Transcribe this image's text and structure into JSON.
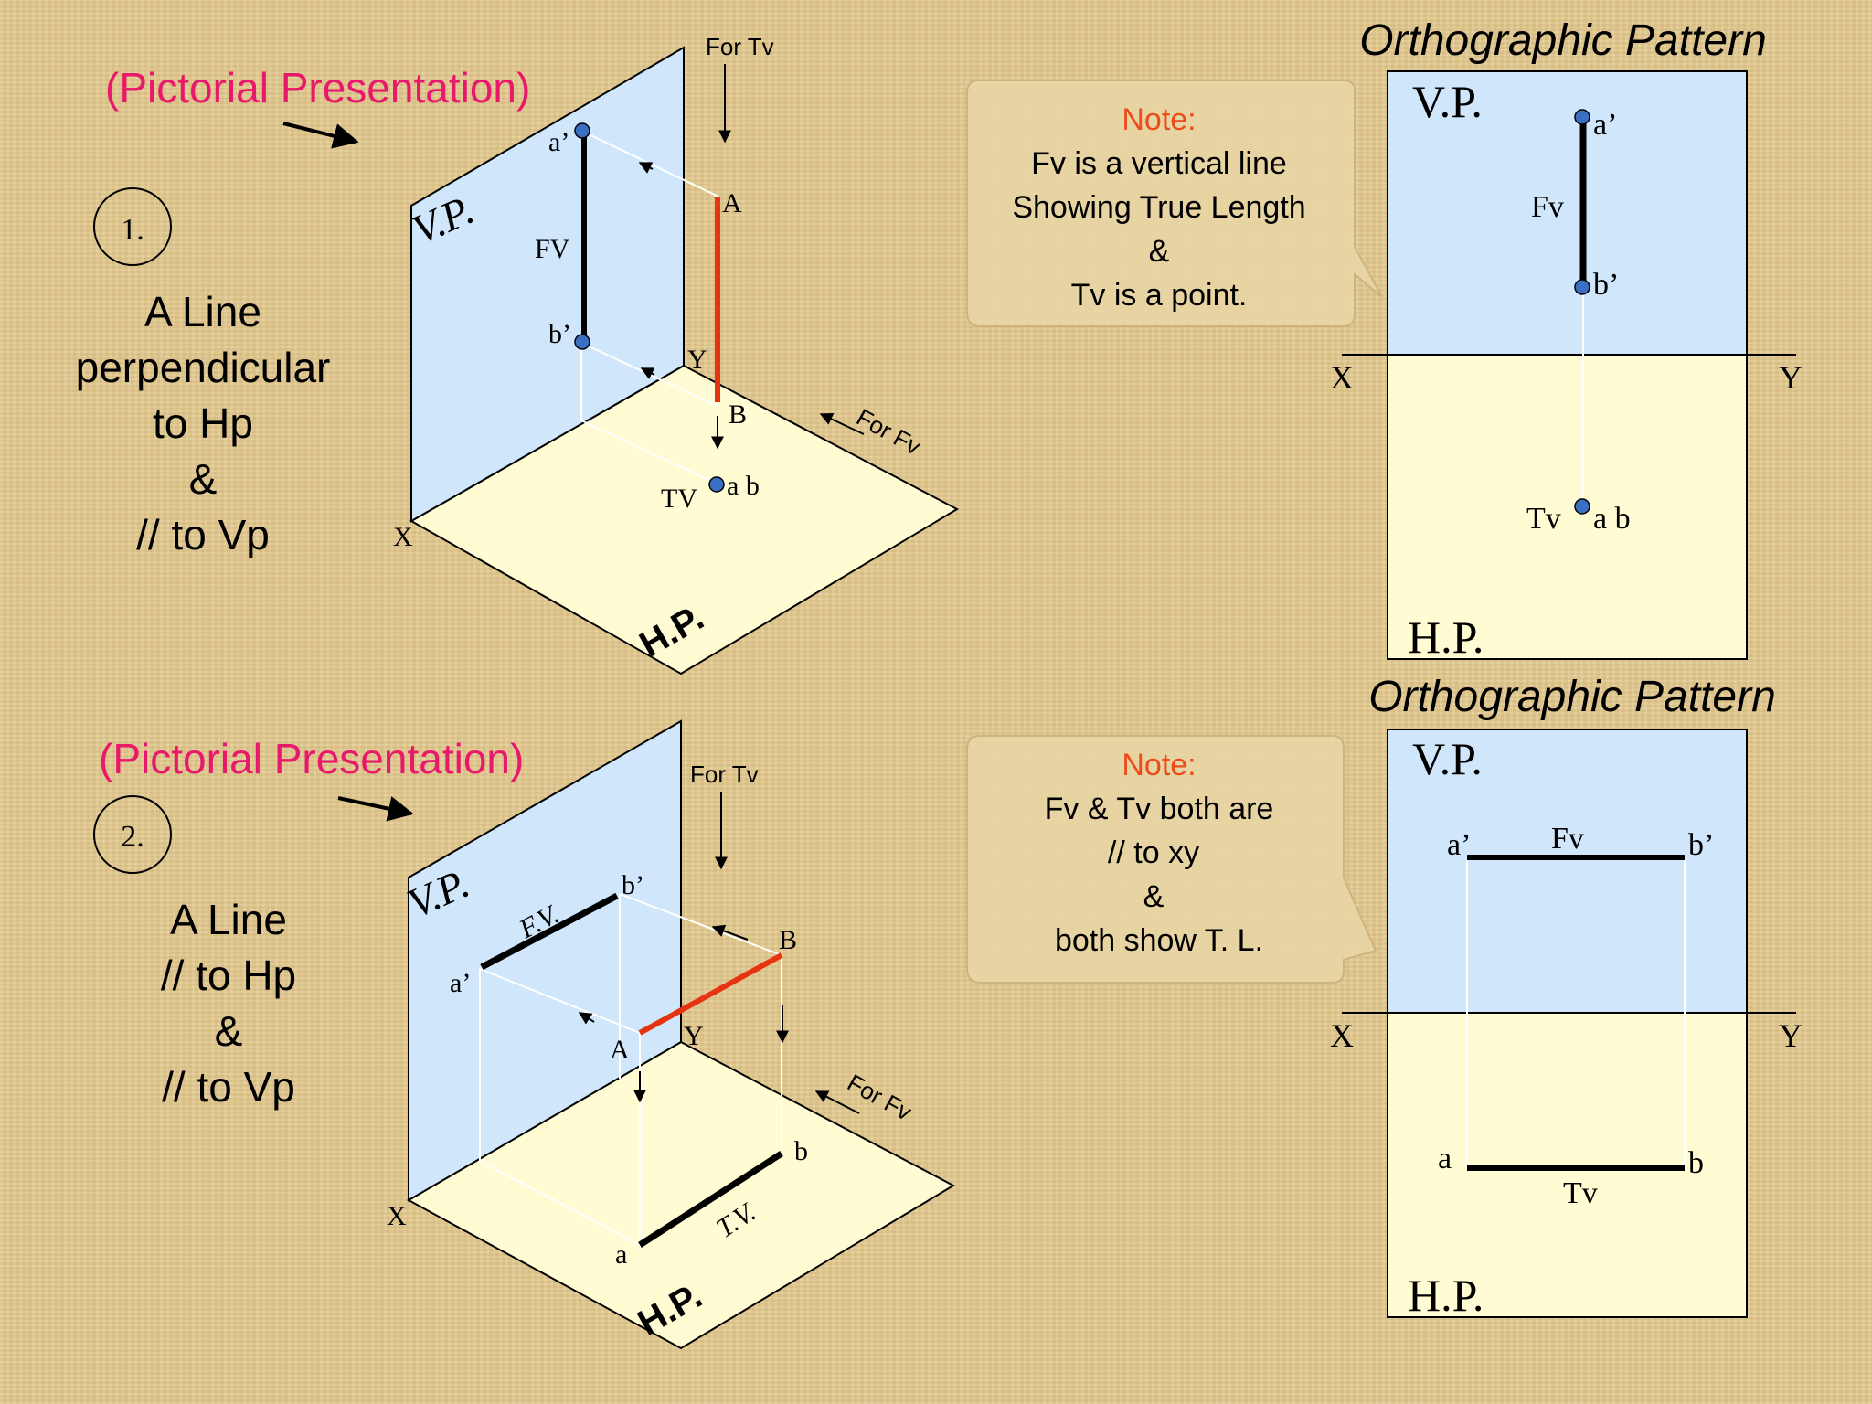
{
  "colors": {
    "vp_fill": "#cfe6fb",
    "hp_fill": "#fffbd2",
    "red_line": "#e63312",
    "title_pink": "#e8196b",
    "note_red": "#ee4b1c",
    "point_blue": "#3a6fc4"
  },
  "case1": {
    "pictorial_title": "(Pictorial Presentation)",
    "number": "1.",
    "desc": [
      "A Line",
      "perpendicular",
      "to Hp",
      "&",
      "// to Vp"
    ],
    "vp": "V.P.",
    "hp": "H.P.",
    "for_tv": "For Tv",
    "for_fv": "For Fv",
    "label_a_prime": "a’",
    "label_b_prime": "b’",
    "label_fv": "FV",
    "label_A": "A",
    "label_B": "B",
    "label_Y": "Y",
    "label_X": "X",
    "label_tv": "TV",
    "label_ab": "a b",
    "note_title": "Note:",
    "note_lines": [
      "Fv is a vertical line",
      "Showing True Length",
      "&",
      "Tv is a point."
    ],
    "ortho": {
      "title": "Orthographic Pattern",
      "vp": "V.P.",
      "hp": "H.P.",
      "x": "X",
      "y": "Y",
      "a_prime": "a’",
      "b_prime": "b’",
      "fv": "Fv",
      "tv": "Tv",
      "ab": "a b"
    }
  },
  "case2": {
    "pictorial_title": "(Pictorial Presentation)",
    "number": "2.",
    "desc": [
      "A Line",
      "// to Hp",
      "&",
      "// to Vp"
    ],
    "vp": "V.P.",
    "hp": "H.P.",
    "for_tv": "For Tv",
    "for_fv": "For Fv",
    "label_fv": "F.V.",
    "label_tv": "T.V.",
    "label_a_prime": "a’",
    "label_b_prime": "b’",
    "label_A": "A",
    "label_B": "B",
    "label_Y": "Y",
    "label_X": "X",
    "label_a": "a",
    "label_b": "b",
    "note_title": "Note:",
    "note_lines": [
      "Fv & Tv both are",
      "// to xy",
      "&",
      "both show T. L."
    ],
    "ortho": {
      "title": "Orthographic Pattern",
      "vp": "V.P.",
      "hp": "H.P.",
      "x": "X",
      "y": "Y",
      "a_prime": "a’",
      "b_prime": "b’",
      "fv": "Fv",
      "a": "a",
      "b": "b",
      "tv": "Tv"
    }
  }
}
